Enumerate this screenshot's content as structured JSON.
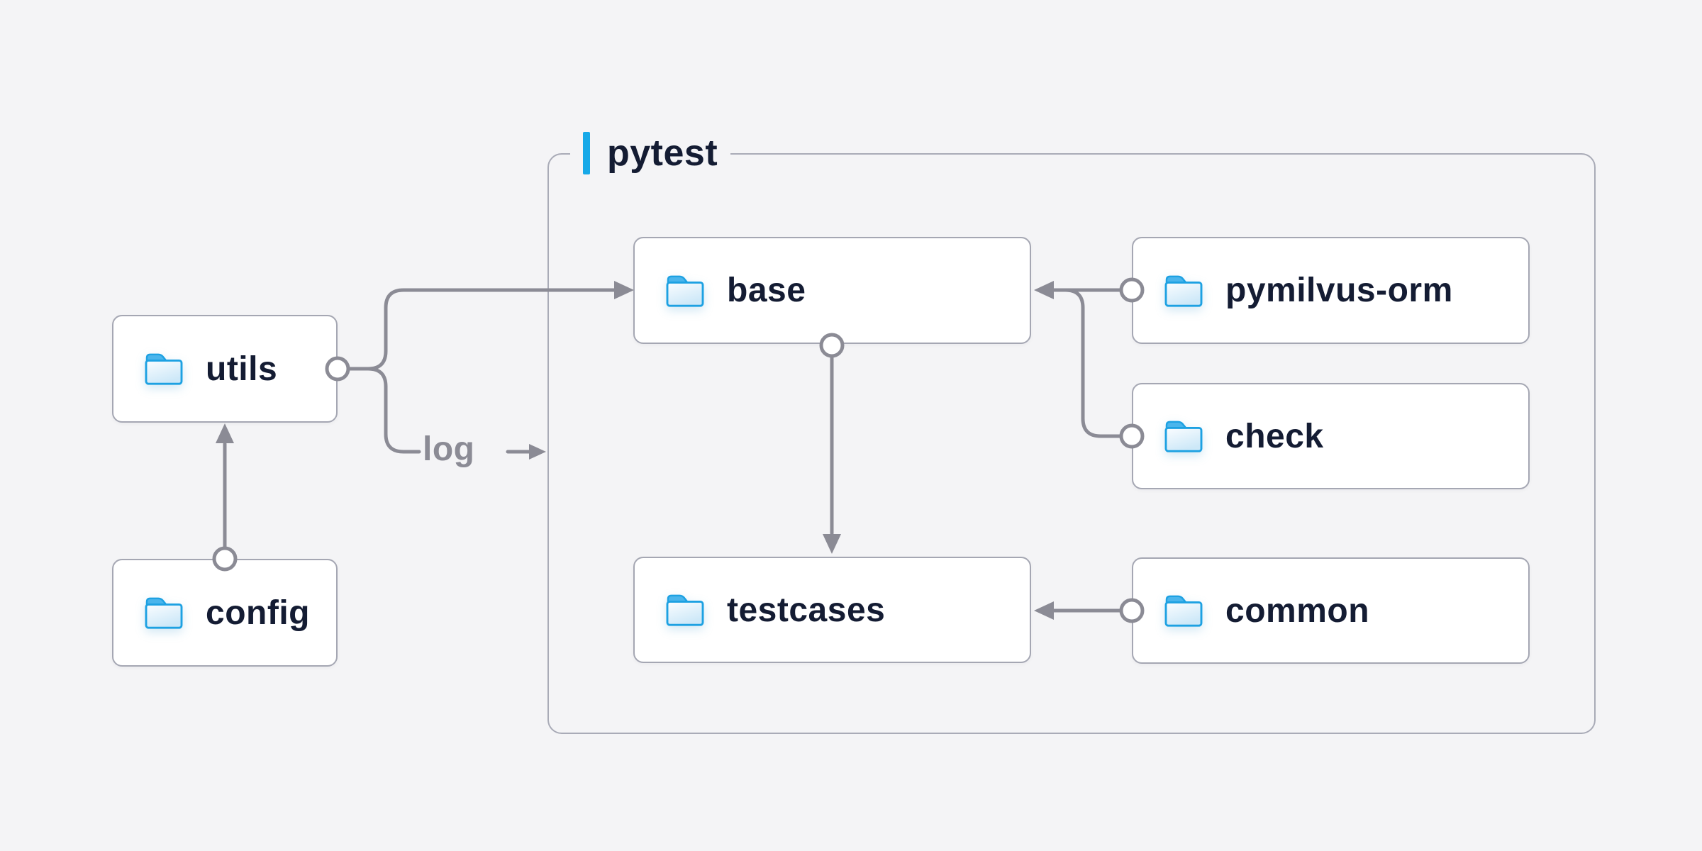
{
  "background": "#f4f4f6",
  "container": {
    "label": "pytest",
    "accent_color": "#17a9e8",
    "border_color": "#a9abb7"
  },
  "nodes": [
    {
      "id": "utils",
      "label": "utils",
      "icon": "folder"
    },
    {
      "id": "config",
      "label": "config",
      "icon": "folder"
    },
    {
      "id": "base",
      "label": "base",
      "icon": "folder"
    },
    {
      "id": "pymilvus-orm",
      "label": "pymilvus-orm",
      "icon": "folder"
    },
    {
      "id": "check",
      "label": "check",
      "icon": "folder"
    },
    {
      "id": "testcases",
      "label": "testcases",
      "icon": "folder"
    },
    {
      "id": "common",
      "label": "common",
      "icon": "folder"
    }
  ],
  "edges": [
    {
      "from": "config",
      "to": "utils"
    },
    {
      "from": "utils",
      "to": "base"
    },
    {
      "from": "utils",
      "to": "pytest-container",
      "label": "log"
    },
    {
      "from": "pymilvus-orm",
      "to": "base"
    },
    {
      "from": "check",
      "to": "base"
    },
    {
      "from": "base",
      "to": "testcases"
    },
    {
      "from": "common",
      "to": "testcases"
    }
  ],
  "colors": {
    "line": "#8b8b95",
    "node_border": "#a5a7b3",
    "node_fill": "#ffffff",
    "text": "#141c33",
    "muted_text": "#8b8b95",
    "accent_blue": "#17a9e8",
    "folder_stroke": "#1da1e2",
    "folder_tab": "#4ab5ec"
  }
}
